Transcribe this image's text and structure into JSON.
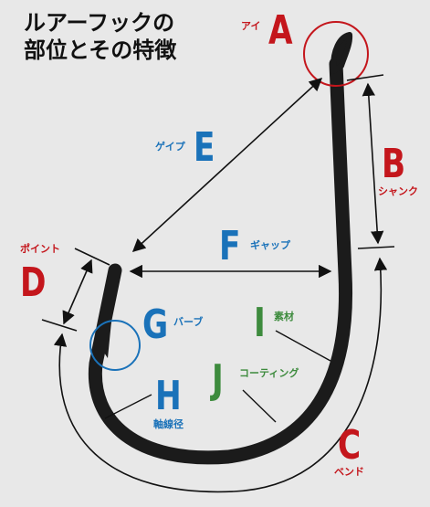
{
  "title": {
    "line1": "ルアーフックの",
    "line2": "部位とその特徴"
  },
  "parts": [
    {
      "letter": "A",
      "label": "アイ",
      "color": "#c4161c"
    },
    {
      "letter": "B",
      "label": "シャンク",
      "color": "#c4161c"
    },
    {
      "letter": "C",
      "label": "ベンド",
      "color": "#c4161c"
    },
    {
      "letter": "D",
      "label": "ポイント",
      "color": "#c4161c"
    },
    {
      "letter": "E",
      "label": "ゲイプ",
      "color": "#1a72b9"
    },
    {
      "letter": "F",
      "label": "ギャップ",
      "color": "#1a72b9"
    },
    {
      "letter": "G",
      "label": "バーブ",
      "color": "#1a72b9"
    },
    {
      "letter": "H",
      "label": "軸線径",
      "color": "#1a72b9"
    },
    {
      "letter": "I",
      "label": "素材",
      "color": "#3d8b3d"
    },
    {
      "letter": "J",
      "label": "コーティング",
      "color": "#3d8b3d"
    }
  ]
}
